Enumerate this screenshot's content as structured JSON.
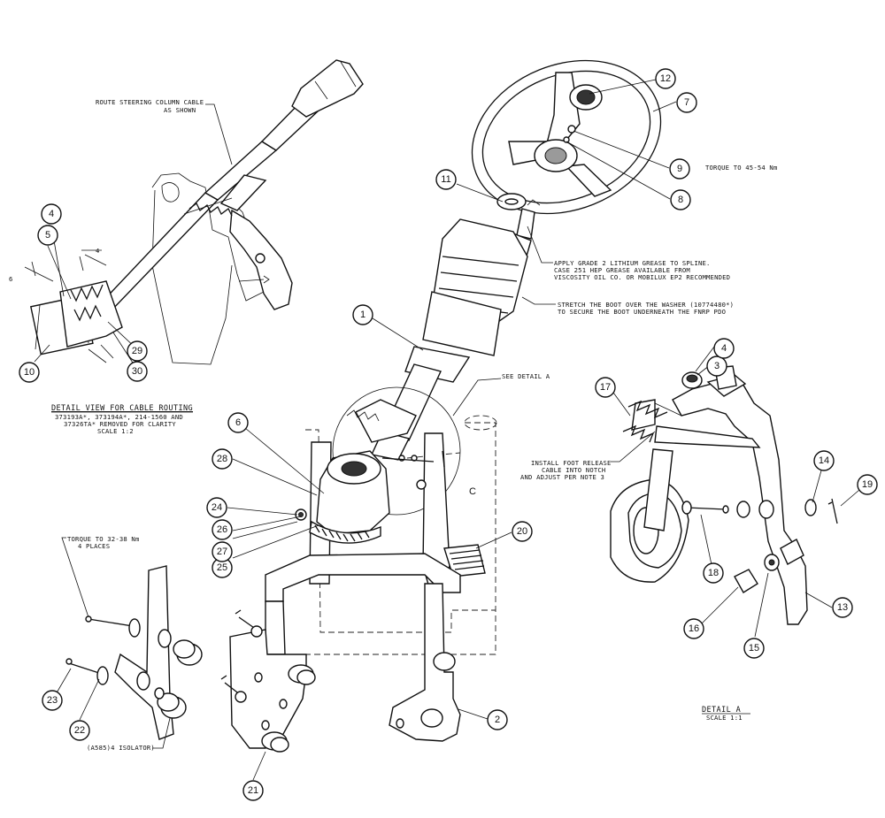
{
  "callouts": [
    "1",
    "2",
    "3",
    "4",
    "5",
    "6",
    "7",
    "8",
    "9",
    "10",
    "11",
    "12",
    "13",
    "14",
    "15",
    "16",
    "17",
    "18",
    "19",
    "20",
    "21",
    "22",
    "23",
    "24",
    "25",
    "26",
    "27",
    "28",
    "29",
    "30"
  ],
  "notes": {
    "route_line1": "ROUTE STEERING COLUMN CABLE",
    "route_line2": "AS SHOWN",
    "torque_9": "TORQUE TO 45-54 Nm",
    "grease_line1": "APPLY GRADE 2 LITHIUM GREASE TO SPLINE.",
    "grease_line2": "CASE 251 HEP GREASE AVAILABLE FROM",
    "grease_line3": "VISCOSITY OIL CO. OR MOBILUX EP2 RECOMMENDED",
    "boot_line1": "STRETCH THE BOOT OVER THE WASHER (10774480*)",
    "boot_line2": "TO SECURE THE BOOT UNDERNEATH THE FNRP PDO",
    "see_detail": "SEE DETAIL  A",
    "foot_line1": "INSTALL FOOT RELEASE",
    "foot_line2": "CABLE INTO NOTCH",
    "foot_line3": "AND ADJUST PER NOTE 3",
    "torque_32": "TORQUE TO 32-38 Nm",
    "places": "4 PLACES",
    "isolator": "(A585)4 ISOLATOR)",
    "letter_c": "C",
    "dim_4": "4",
    "dim_6": "6"
  },
  "detail_view": {
    "title": "DETAIL VIEW FOR CABLE ROUTING",
    "line1": "373193A*, 373194A*, 214-1560 AND",
    "line2": "37326TA* REMOVED FOR CLARITY",
    "scale": "SCALE  1:2"
  },
  "detail_a": {
    "title": "DETAIL  A",
    "scale": "SCALE  1:1"
  }
}
